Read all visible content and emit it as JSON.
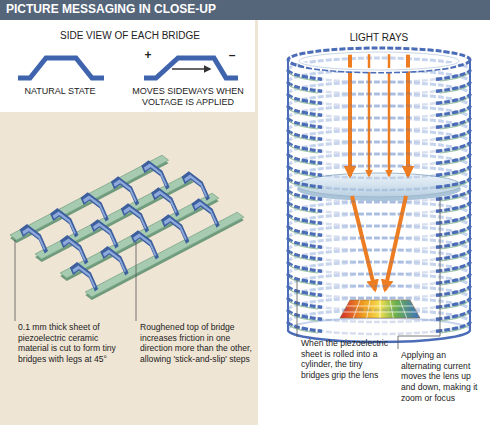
{
  "diagram": {
    "title": "PICTURE MESSAGING IN CLOSE-UP",
    "labels": [
      "SIDE VIEW OF EACH BRIDGE",
      "LIGHT RAYS",
      "NATURAL STATE",
      "+",
      "–",
      "MOVES SIDEWAYS WHEN VOLTAGE IS APPLIED",
      "0.1 mm thick sheet of piezoelectric ceramic material is cut to form tiny bridges with legs at 45°",
      "Roughened top of bridge increases friction in one direction more than the other, allowing 'stick-and-slip' steps",
      "When the piezoelectric sheet is rolled into a cylinder, the tiny bridges grip the lens",
      "Applying an alternating current moves the lens up and down, making it zoom or focus"
    ]
  }
}
